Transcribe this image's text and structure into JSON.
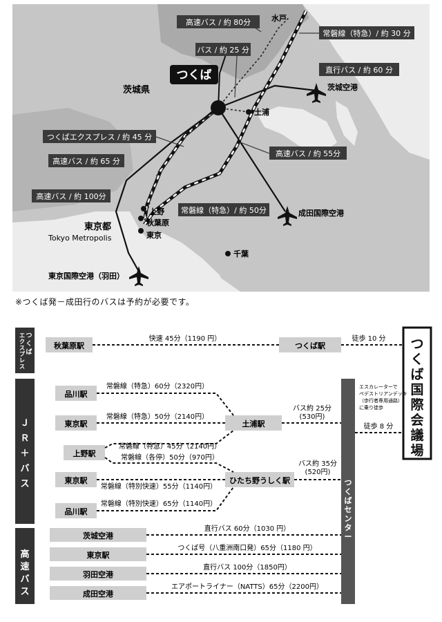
{
  "map": {
    "labels": {
      "tsukuba": "つくば",
      "ibaraki": "茨城県",
      "mito": "水戸",
      "tsuchiura": "土浦",
      "ueno": "上野",
      "akihabara": "秋葉原",
      "tokyo_st": "東京",
      "tokyo_metro": "東京都",
      "tokyo_metro_en": "Tokyo Metropolis",
      "chiba": "千葉",
      "ibaraki_airport": "茨城空港",
      "narita_airport": "成田国際空港",
      "haneda_airport": "東京国際空港（羽田）"
    },
    "routes": {
      "bus_mito": "高速バス / 約 80分",
      "joban_mito": "常磐線（特急）/ 約 30 分",
      "bus_25": "バス / 約 25 分",
      "bus_ibaraki_airport": "直行バス / 約 60 分",
      "tx": "つくばエクスプレス / 約 45 分",
      "bus_narita": "高速バス / 約 55分",
      "bus_tokyo": "高速バス / 約 65 分",
      "bus_haneda": "高速バス / 約 100分",
      "joban_tokyo": "常磐線（特急）/ 約 50分"
    },
    "colors": {
      "land": "#c8c8c8",
      "sea": "#ececec",
      "highland": "#a9a9a9",
      "label_bg": "#3a3a3a"
    }
  },
  "footnote": "※つくば発－成田行のバスは予約が必要です。",
  "route": {
    "destination": "つくば国際会議場",
    "groups": {
      "tx": "つくば エクスプレス",
      "jr": "ＪＲ＋バス",
      "bus": "高速バス"
    },
    "stations": {
      "akihabara": "秋葉原駅",
      "tsukuba": "つくば駅",
      "shinagawa1": "品川駅",
      "tokyo1": "東京駅",
      "ueno": "上野駅",
      "tokyo2": "東京駅",
      "shinagawa2": "品川駅",
      "tsuchiura": "土浦駅",
      "hitachino": "ひたち野うしく駅",
      "center": "つくばセンター",
      "ibaraki_airport": "茨城空港",
      "tokyo_bus": "東京駅",
      "haneda": "羽田空港",
      "narita": "成田空港"
    },
    "legs": {
      "tx": "快速 45分（1190 円）",
      "walk10": "徒歩 10 分",
      "shinagawa_joban": "常磐線（特急）60分（2320円）",
      "tokyo_joban": "常磐線（特急）50分（2140円）",
      "ueno_ltd": "常磐線（特急）45分（2140円）",
      "ueno_local": "常磐線（各停）50分（970円）",
      "tokyo_rapid": "常磐線（特別快速）55分（1140円）",
      "shinagawa_rapid": "常磐線（特別快速）65分（1140円）",
      "bus25": "バス約 25分",
      "bus25_fare": "(530円)",
      "bus35": "バス約 35分",
      "bus35_fare": "(520円)",
      "escalator1": "エスカレーターで",
      "escalator2": "ペデストリアンデッキ",
      "escalator3": "（歩行者専用通路）",
      "escalator4": "に乗り徒歩",
      "walk8": "徒歩 8 分",
      "ibaraki_bus": "直行バス 60分（1030 円）",
      "tokyo_bus": "つくば号（八重洲南口発）65分（1180 円）",
      "haneda_bus": "直行バス 100分（1850円）",
      "narita_bus": "エアポートライナー（NATTS）65分（2200円）"
    },
    "colors": {
      "group_bg": "#333333",
      "station_bg": "#cfcfcf",
      "center_bg": "#555555"
    }
  }
}
